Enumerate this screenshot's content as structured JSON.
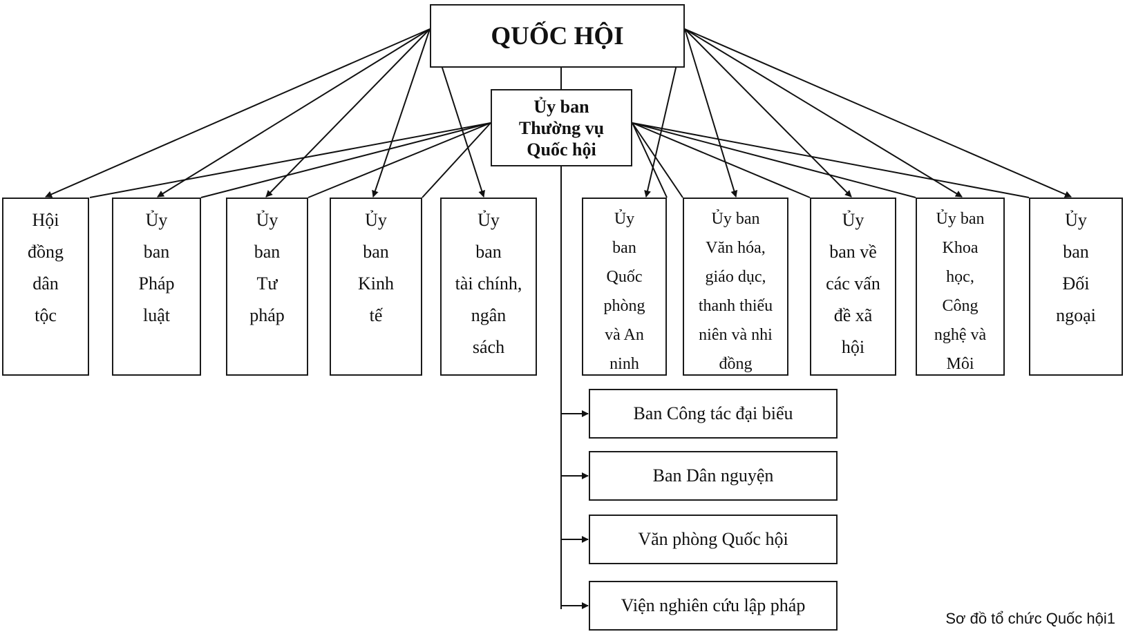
{
  "title": "QUỐC HỘI",
  "standing_committee": [
    "Ủy ban",
    "Thường vụ",
    "Quốc hội"
  ],
  "committees": [
    {
      "id": "hoi-dong-dan-toc",
      "lines": [
        "Hội",
        "đồng",
        "dân",
        "tộc"
      ]
    },
    {
      "id": "uy-ban-phap-luat",
      "lines": [
        "Ủy",
        "ban",
        "Pháp",
        "luật"
      ]
    },
    {
      "id": "uy-ban-tu-phap",
      "lines": [
        "Ủy",
        "ban",
        "Tư",
        "pháp"
      ]
    },
    {
      "id": "uy-ban-kinh-te",
      "lines": [
        "Ủy",
        "ban",
        "Kinh",
        "tế"
      ]
    },
    {
      "id": "uy-ban-tai-chinh-ngan-sach",
      "lines": [
        "Ủy",
        "ban",
        "tài chính,",
        "ngân",
        "sách"
      ]
    },
    {
      "id": "uy-ban-quoc-phong-va-an-ninh",
      "lines": [
        "Ủy",
        "ban",
        "Quốc",
        "phòng",
        "và An",
        "ninh"
      ]
    },
    {
      "id": "uy-ban-van-hoa-giao-duc",
      "lines": [
        "Ủy ban",
        "Văn hóa,",
        "giáo dục,",
        "thanh thiếu",
        "niên và nhi",
        "đồng"
      ]
    },
    {
      "id": "uy-ban-ve-cac-van-de-xa-hoi",
      "lines": [
        "Ủy",
        "ban về",
        "các vấn",
        "đề xã",
        "hội"
      ]
    },
    {
      "id": "uy-ban-khoa-hoc-cong-nghe",
      "lines": [
        "Ủy ban",
        "Khoa",
        "học,",
        "Công",
        "nghệ và",
        "Môi"
      ]
    },
    {
      "id": "uy-ban-doi-ngoai",
      "lines": [
        "Ủy",
        "ban",
        "Đối",
        "ngoại"
      ]
    }
  ],
  "side_units": [
    "Ban Công tác đại biểu",
    "Ban Dân nguyện",
    "Văn phòng Quốc hội",
    "Viện nghiên cứu lập pháp"
  ],
  "caption": "Sơ đồ tổ chức Quốc hội1"
}
